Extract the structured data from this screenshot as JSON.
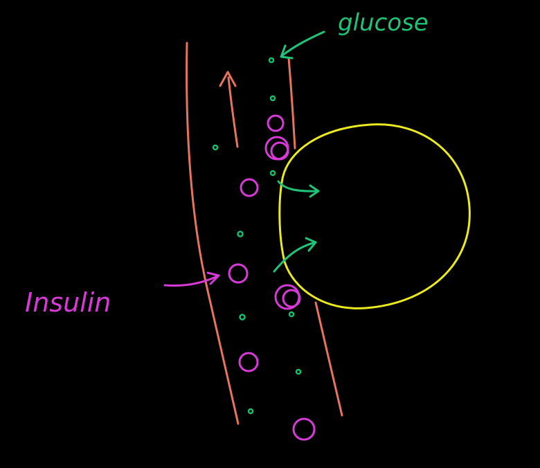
{
  "labels": {
    "glucose": "glucose",
    "insulin": "Insulin"
  },
  "colors": {
    "background": "#000000",
    "vessel": "#e8735f",
    "glucose": "#12c06d",
    "insulin": "#d83ad8",
    "cell": "#eaea1f",
    "arrow_green": "#1fc478",
    "arrow_red": "#e8735f"
  },
  "diagram": {
    "vessel": "blood-vessel",
    "cell": "cell",
    "molecules": [
      "glucose",
      "insulin"
    ]
  }
}
